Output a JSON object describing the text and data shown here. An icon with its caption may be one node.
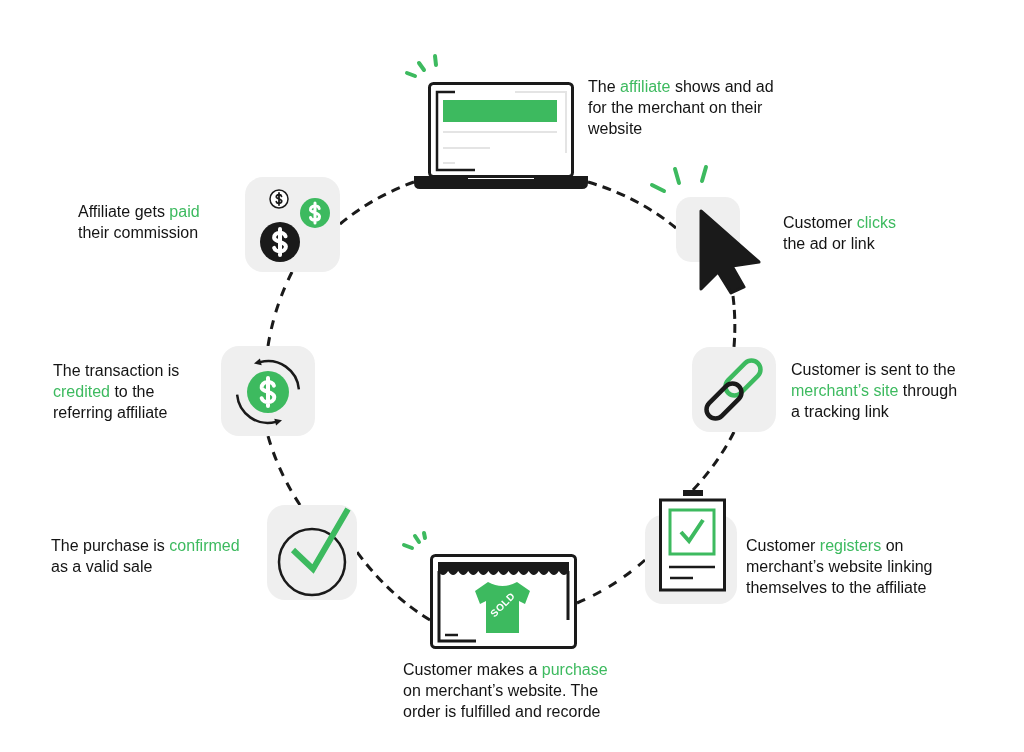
{
  "diagram": {
    "nodes": [
      {
        "text": [],
        "shape": "picture",
        "beside": [
          "The affiliate shows and ad for the merchant on their website"
        ]
      },
      {
        "text": [],
        "shape": "picture",
        "beside": [
          "Customer clicks the ad or link"
        ]
      },
      {
        "text": [],
        "shape": "picture",
        "beside": [
          "Customer is sent to the merchant’s site through a tracking link"
        ]
      },
      {
        "text": [],
        "shape": "picture",
        "beside": [
          "Customer registers on merchant’s website linking themselves to the affiliate"
        ]
      },
      {
        "text": [],
        "shape": "picture",
        "beside": [
          "Customer makes a purchase on merchant’s website. The order is fulfilled and recorde"
        ]
      },
      {
        "text": [],
        "shape": "picture",
        "beside": [
          "The purchase is confirmed as a valid sale"
        ]
      },
      {
        "text": [],
        "shape": "picture",
        "beside": [
          "The transaction is credited to the referring affiliate"
        ]
      },
      {
        "text": [],
        "shape": "picture",
        "beside": [
          "Affiliate gets paid their commission"
        ]
      }
    ],
    "edges": [
      {
        "from": 0,
        "to": 1,
        "arrow": "none",
        "style": "dashed"
      },
      {
        "from": 1,
        "to": 2,
        "arrow": "none",
        "style": "dashed"
      },
      {
        "from": 2,
        "to": 3,
        "arrow": "none",
        "style": "dashed"
      },
      {
        "from": 3,
        "to": 4,
        "arrow": "none",
        "style": "dashed"
      },
      {
        "from": 4,
        "to": 5,
        "arrow": "none",
        "style": "dashed"
      },
      {
        "from": 5,
        "to": 6,
        "arrow": "none",
        "style": "dashed"
      },
      {
        "from": 6,
        "to": 7,
        "arrow": "none",
        "style": "dashed"
      },
      {
        "from": 7,
        "to": 0,
        "arrow": "none",
        "style": "dashed"
      }
    ],
    "labels": [
      "SOLD"
    ]
  }
}
